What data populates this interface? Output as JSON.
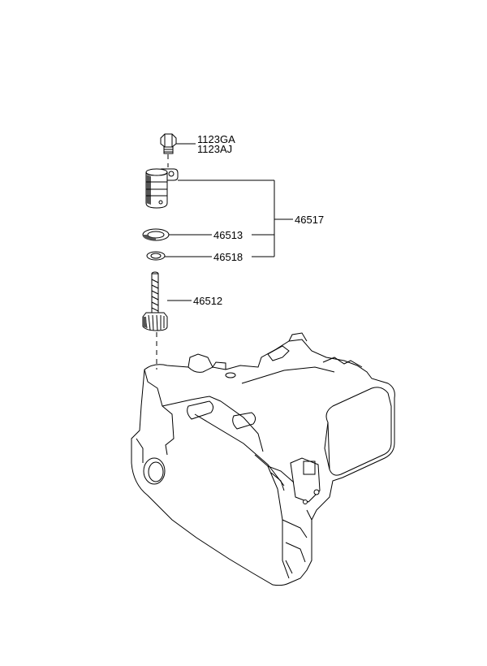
{
  "labels": {
    "bolt_1": "1123GA",
    "bolt_2": "1123AJ",
    "assembly": "46517",
    "oring_large": "46513",
    "oring_small": "46518",
    "driven_gear": "46512"
  }
}
